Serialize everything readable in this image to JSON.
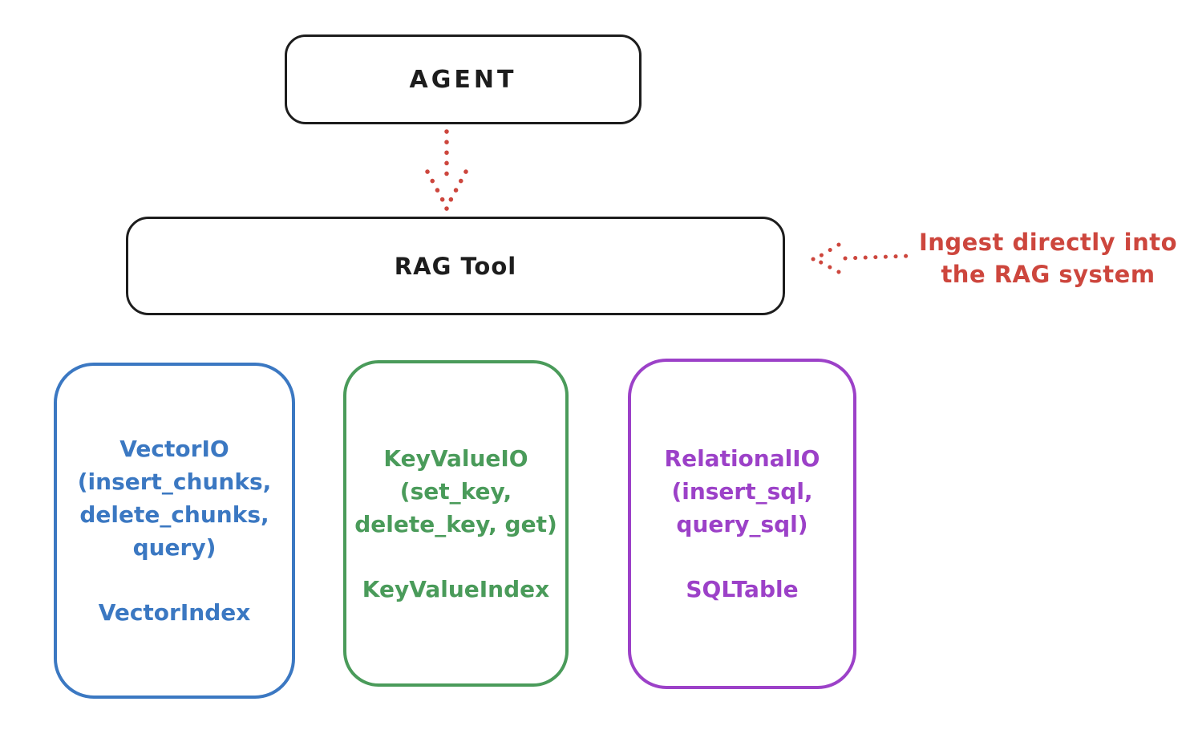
{
  "agent_box": {
    "label": "AGENT"
  },
  "rag_tool_box": {
    "label": "RAG Tool"
  },
  "annotation": {
    "line1": "Ingest directly into",
    "line2": "the RAG system"
  },
  "storage_boxes": [
    {
      "name": "vector-io",
      "color": "#3b78c2",
      "lines": [
        "VectorIO",
        "(insert_chunks,",
        "delete_chunks,",
        "query)"
      ],
      "index_label": "VectorIndex"
    },
    {
      "name": "key-value-io",
      "color": "#4a9b5a",
      "lines": [
        "KeyValueIO",
        "(set_key,",
        "delete_key, get)"
      ],
      "index_label": "KeyValueIndex"
    },
    {
      "name": "relational-io",
      "color": "#9c41c8",
      "lines": [
        "RelationalIO",
        "(insert_sql,",
        "query_sql)"
      ],
      "index_label": "SQLTable"
    }
  ],
  "arrows": [
    {
      "name": "agent-to-rag-arrow",
      "style": "dotted",
      "direction": "down",
      "color": "#cd463d"
    },
    {
      "name": "annotation-to-rag-arrow",
      "style": "dotted",
      "direction": "left",
      "color": "#cd463d"
    }
  ],
  "colors": {
    "ink": "#1d1d1d",
    "red": "#cd463d",
    "blue": "#3b78c2",
    "green": "#4a9b5a",
    "purple": "#9c41c8",
    "background": "#ffffff"
  }
}
